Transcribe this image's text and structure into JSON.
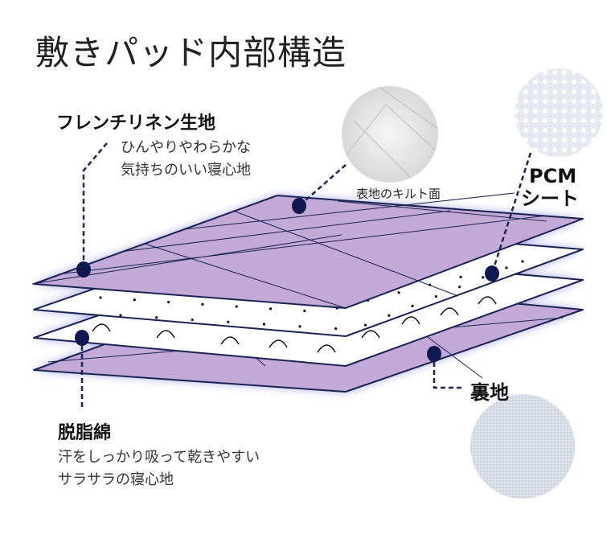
{
  "title": "敷きパッド内部構造",
  "layers": {
    "top": {
      "label": "フレンチリネン生地",
      "desc": [
        "ひんやりやわらかな",
        "気持ちのいい寝心地"
      ]
    },
    "quilt": {
      "caption": "表地のキルト面"
    },
    "pcm": {
      "label": [
        "PCM",
        "シート"
      ]
    },
    "cotton": {
      "label": "脱脂綿",
      "desc": [
        "汗をしっかり吸って乾きやすい",
        "サラサラの寝心地"
      ]
    },
    "back": {
      "label": "裏地"
    }
  },
  "colors": {
    "purple": "#c2a9d6",
    "navy": "#1a2356",
    "glow": "#8c90e0"
  }
}
